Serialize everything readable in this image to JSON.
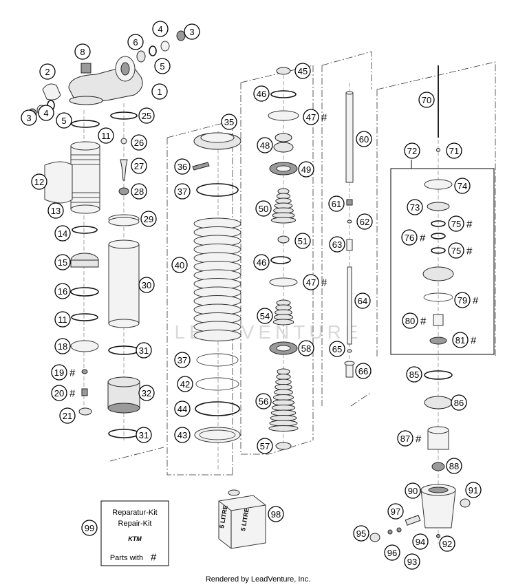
{
  "callouts": [
    {
      "n": "1"
    },
    {
      "n": "2"
    },
    {
      "n": "3"
    },
    {
      "n": "3"
    },
    {
      "n": "4"
    },
    {
      "n": "4"
    },
    {
      "n": "5"
    },
    {
      "n": "5"
    },
    {
      "n": "6"
    },
    {
      "n": "8"
    },
    {
      "n": "11"
    },
    {
      "n": "11"
    },
    {
      "n": "12"
    },
    {
      "n": "13"
    },
    {
      "n": "14"
    },
    {
      "n": "15"
    },
    {
      "n": "16"
    },
    {
      "n": "18"
    },
    {
      "n": "19",
      "hash": true
    },
    {
      "n": "20",
      "hash": true
    },
    {
      "n": "21"
    },
    {
      "n": "25"
    },
    {
      "n": "26"
    },
    {
      "n": "27"
    },
    {
      "n": "28"
    },
    {
      "n": "29"
    },
    {
      "n": "30"
    },
    {
      "n": "31"
    },
    {
      "n": "31"
    },
    {
      "n": "32"
    },
    {
      "n": "35"
    },
    {
      "n": "36"
    },
    {
      "n": "37"
    },
    {
      "n": "37"
    },
    {
      "n": "40"
    },
    {
      "n": "42"
    },
    {
      "n": "43"
    },
    {
      "n": "44"
    },
    {
      "n": "45"
    },
    {
      "n": "46"
    },
    {
      "n": "46"
    },
    {
      "n": "47",
      "hash": true
    },
    {
      "n": "47",
      "hash": true
    },
    {
      "n": "48"
    },
    {
      "n": "49"
    },
    {
      "n": "50"
    },
    {
      "n": "51"
    },
    {
      "n": "54"
    },
    {
      "n": "56"
    },
    {
      "n": "57"
    },
    {
      "n": "58"
    },
    {
      "n": "60"
    },
    {
      "n": "61"
    },
    {
      "n": "62"
    },
    {
      "n": "63"
    },
    {
      "n": "64"
    },
    {
      "n": "65"
    },
    {
      "n": "66"
    },
    {
      "n": "70"
    },
    {
      "n": "71"
    },
    {
      "n": "72"
    },
    {
      "n": "73"
    },
    {
      "n": "74"
    },
    {
      "n": "75",
      "hash": true
    },
    {
      "n": "75",
      "hash": true
    },
    {
      "n": "76",
      "hash": true
    },
    {
      "n": "79",
      "hash": true
    },
    {
      "n": "80",
      "hash": true
    },
    {
      "n": "81",
      "hash": true
    },
    {
      "n": "85"
    },
    {
      "n": "86"
    },
    {
      "n": "87",
      "hash": true
    },
    {
      "n": "88"
    },
    {
      "n": "90"
    },
    {
      "n": "91"
    },
    {
      "n": "92"
    },
    {
      "n": "93"
    },
    {
      "n": "94"
    },
    {
      "n": "95"
    },
    {
      "n": "96"
    },
    {
      "n": "97"
    },
    {
      "n": "98"
    },
    {
      "n": "99"
    }
  ],
  "hash_symbol": "#",
  "kit_card": {
    "line1": "Reparatur-Kit",
    "line2": "Repair-Kit",
    "brand": "KTM",
    "parts_with": "Parts with",
    "hash": "#"
  },
  "oil_can": {
    "label": "5 LITRE",
    "small_label": "5 LITRE"
  },
  "watermark": "LEADVENTURE",
  "footer": "Rendered by LeadVenture, Inc."
}
